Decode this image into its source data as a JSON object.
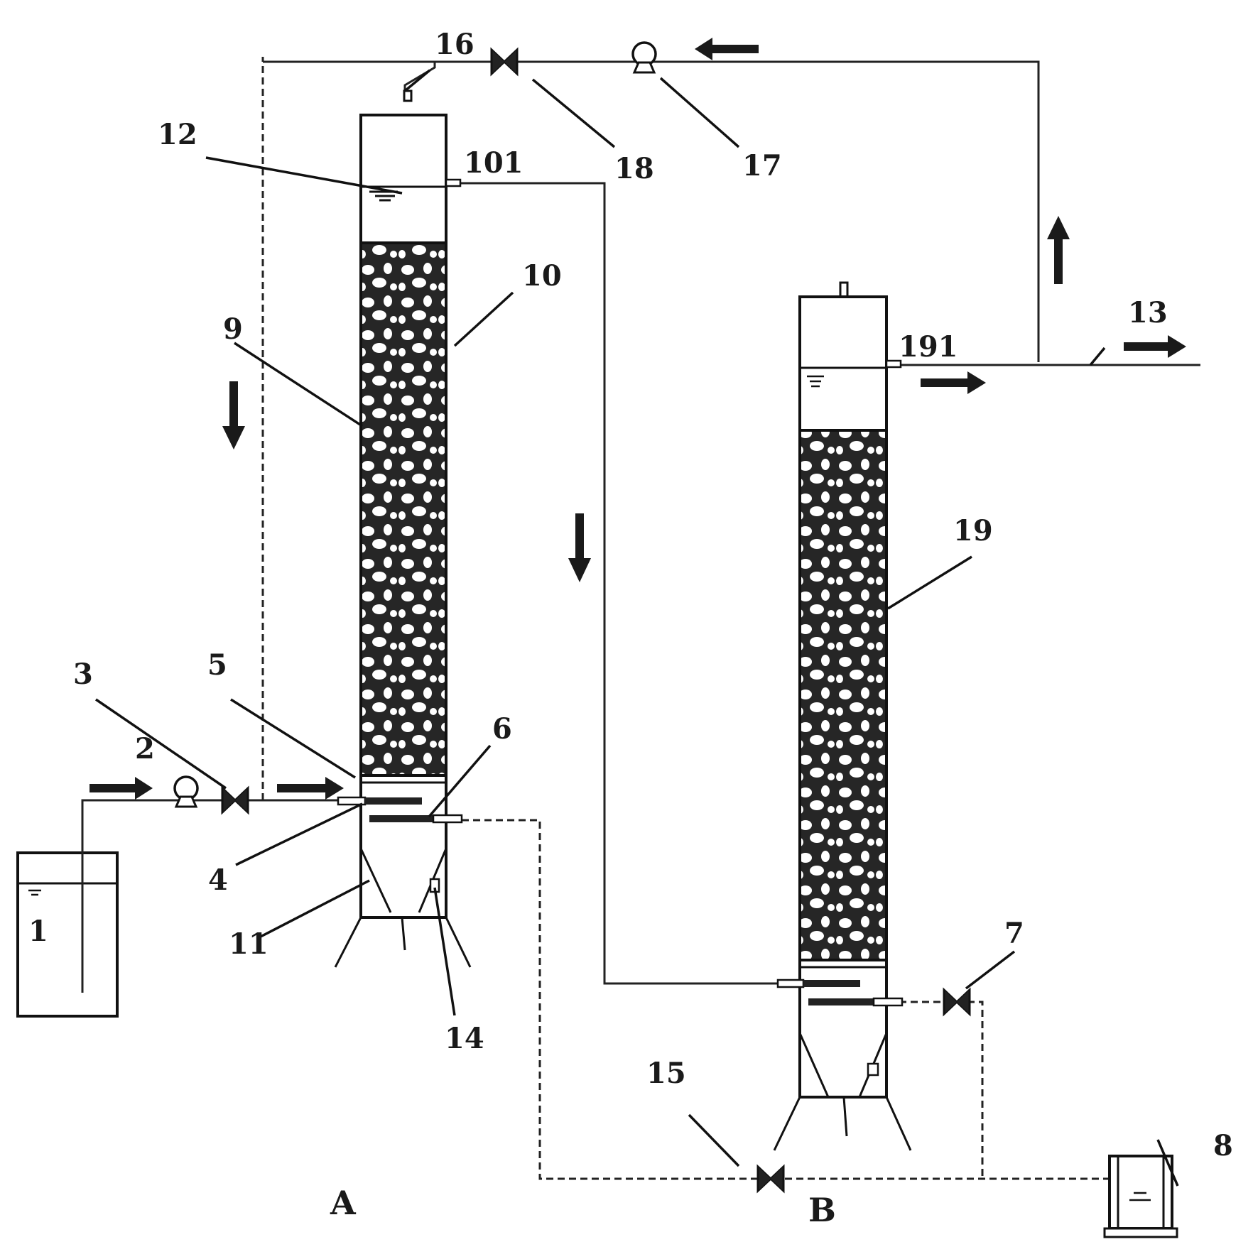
{
  "colors": {
    "ink": "#1a1a1a",
    "background": "#ffffff",
    "packing_dark": "#262626"
  },
  "icons": {
    "pump": "pump-icon",
    "valve": "valve-icon",
    "flow_arrow": "flow-arrow-icon",
    "water_level": "water-level-icon"
  },
  "units": {
    "A": "A",
    "B": "B"
  },
  "labels": {
    "l1": "1",
    "l2": "2",
    "l3": "3",
    "l4": "4",
    "l5": "5",
    "l6": "6",
    "l7": "7",
    "l8": "8",
    "l9": "9",
    "l10": "10",
    "l11": "11",
    "l12": "12",
    "l13": "13",
    "l14": "14",
    "l15": "15",
    "l16": "16",
    "l17": "17",
    "l18": "18",
    "l19": "19",
    "l101": "101",
    "l191": "191"
  }
}
